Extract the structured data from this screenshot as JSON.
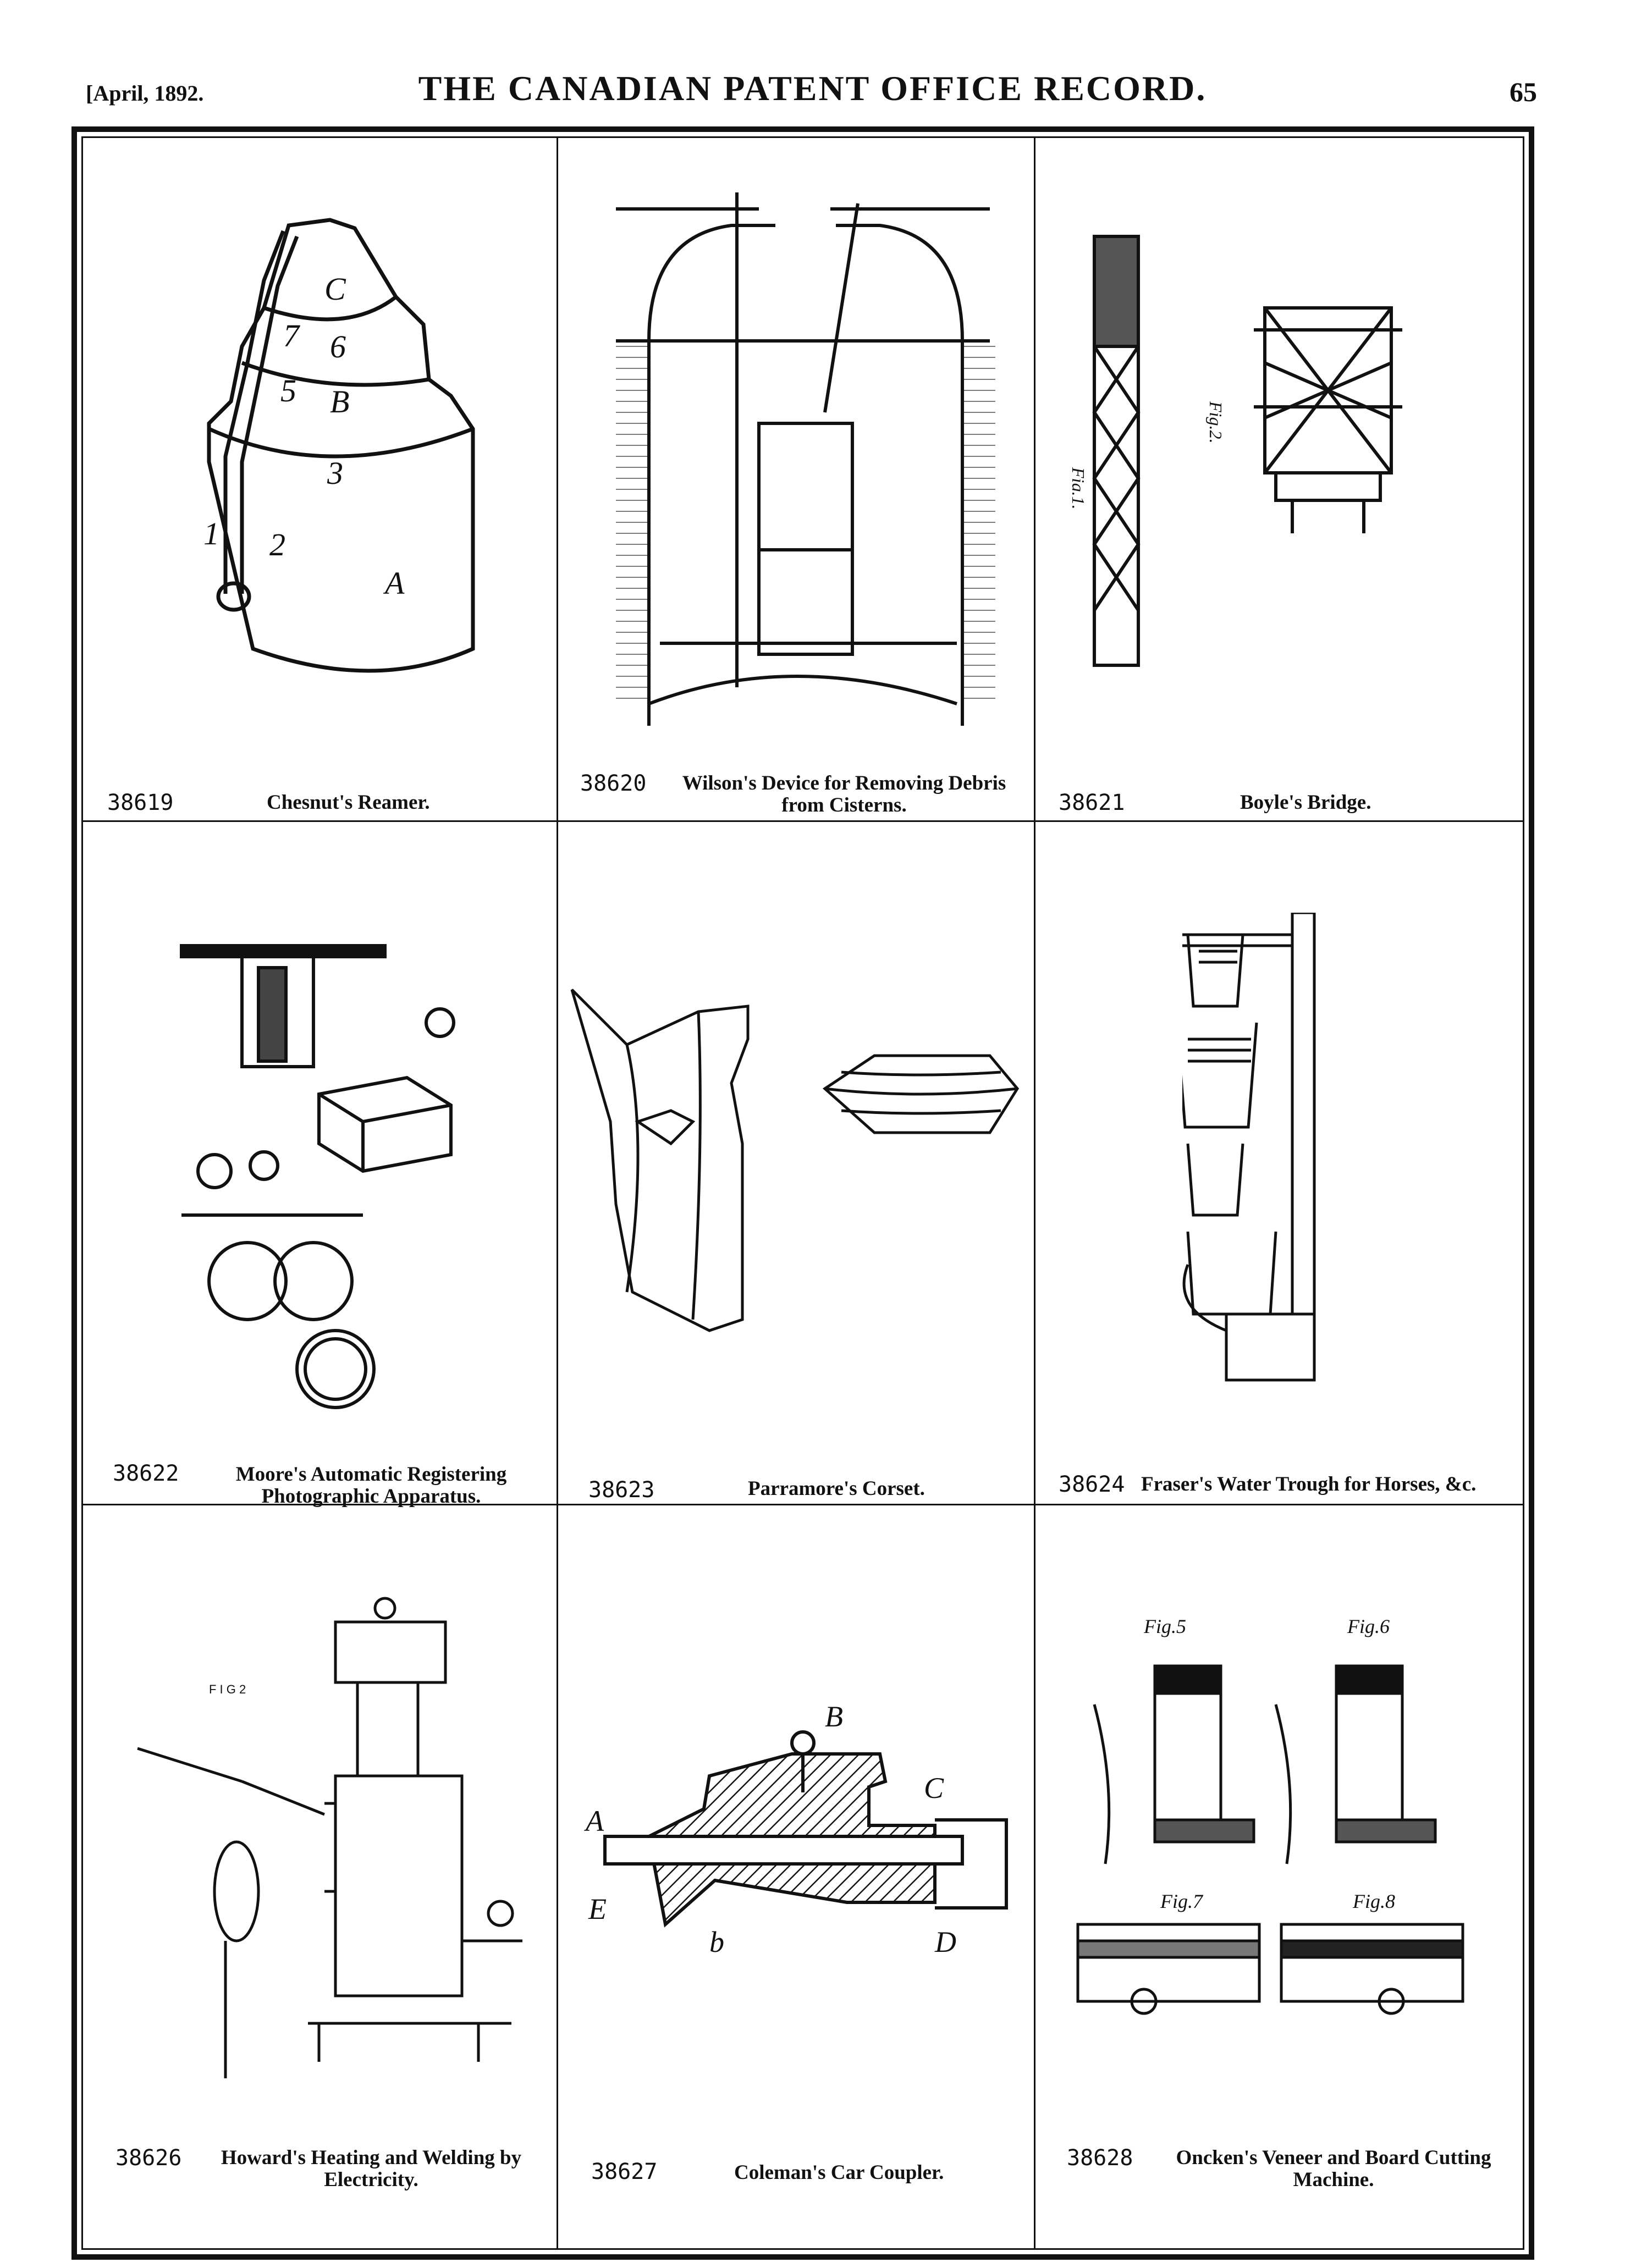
{
  "header": {
    "date": "[April, 1892.",
    "title": "THE CANADIAN PATENT OFFICE RECORD.",
    "page": "65"
  },
  "patents": [
    {
      "number": "38619",
      "title": "Chesnut's Reamer.",
      "title_line2": ""
    },
    {
      "number": "38620",
      "title": "Wilson's Device for Removing Debris",
      "title_line2": "from Cisterns."
    },
    {
      "number": "38621",
      "title": "Boyle's Bridge.",
      "title_line2": ""
    },
    {
      "number": "38622",
      "title": "Moore's Automatic Registering",
      "title_line2": "Photographic Apparatus."
    },
    {
      "number": "38623",
      "title": "Parramore's Corset.",
      "title_line2": ""
    },
    {
      "number": "38624",
      "title": "Fraser's Water Trough for Horses, &c.",
      "title_line2": ""
    },
    {
      "number": "38626",
      "title": "Howard's Heating and Welding by",
      "title_line2": "Electricity."
    },
    {
      "number": "38627",
      "title": "Coleman's Car Coupler.",
      "title_line2": ""
    },
    {
      "number": "38628",
      "title": "Oncken's Veneer and Board Cutting",
      "title_line2": "Machine."
    }
  ],
  "figure_labels": {
    "reamer": [
      "C",
      "7",
      "6",
      "5",
      "B",
      "3",
      "1",
      "2",
      "A"
    ],
    "howard_fig": "F I G  2",
    "coupler": [
      "B",
      "C",
      "A",
      "E",
      "b",
      "D"
    ],
    "oncken": [
      "Fig.5",
      "Fig.6",
      "Fig.7",
      "Fig.8"
    ],
    "boyle": [
      "Fig.1.",
      "Fig.2."
    ]
  }
}
